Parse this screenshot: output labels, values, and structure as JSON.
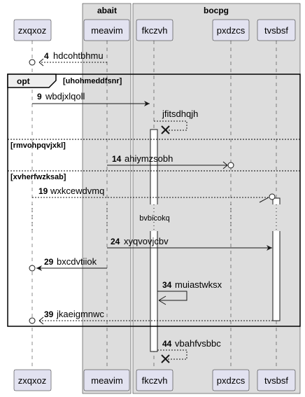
{
  "boxes": [
    {
      "id": "abait",
      "label": "abait"
    },
    {
      "id": "bocpg",
      "label": "bocpg"
    }
  ],
  "participants": [
    {
      "id": "zxqxoz",
      "label": "zxqxoz"
    },
    {
      "id": "meavim",
      "label": "meavim"
    },
    {
      "id": "fkczvh",
      "label": "fkczvh"
    },
    {
      "id": "pxdzcs",
      "label": "pxdzcs"
    },
    {
      "id": "tvsbsf",
      "label": "tvsbsf"
    }
  ],
  "fragment": {
    "keyword": "opt",
    "guard": "[uhohmeddfsnr]",
    "else_guards": [
      "[rmvohpqvjxkl]",
      "[xvherfwzksab]"
    ]
  },
  "messages": [
    {
      "num": "4",
      "text": "hdcohtbhmu",
      "from": "meavim",
      "to": "zxqxoz",
      "style": "dashed",
      "head": "open-circle"
    },
    {
      "num": "9",
      "text": "wbdjxlqoll",
      "from": "zxqxoz",
      "to": "fkczvh",
      "style": "solid",
      "head": "filled"
    },
    {
      "num": "",
      "text": "jfitsdhqjh",
      "from": "fkczvh",
      "to": "fkczvh",
      "style": "dashed",
      "head": "destroy"
    },
    {
      "num": "14",
      "text": "ahiymzsobh",
      "from": "meavim",
      "to": "pxdzcs",
      "style": "solid",
      "head": "circle"
    },
    {
      "num": "19",
      "text": "wxkcewdvmq",
      "from": "zxqxoz",
      "to": "tvsbsf",
      "style": "dashed",
      "head": "circle"
    },
    {
      "num": "24",
      "text": "xyqvovjcbv",
      "from": "meavim",
      "to": "tvsbsf",
      "style": "solid",
      "head": "filled"
    },
    {
      "num": "29",
      "text": "bxcdvtiiok",
      "from": "meavim",
      "to": "zxqxoz",
      "style": "solid",
      "head": "circle-filled"
    },
    {
      "num": "34",
      "text": "muiastwksx",
      "from": "fkczvh",
      "to": "fkczvh",
      "style": "solid",
      "head": "open"
    },
    {
      "num": "39",
      "text": "jkaeigmnwc",
      "from": "tvsbsf",
      "to": "zxqxoz",
      "style": "dashed",
      "head": "open-circle"
    },
    {
      "num": "44",
      "text": "vbahfvsbbc",
      "from": "fkczvh",
      "to": "fkczvh",
      "style": "dashed",
      "head": "destroy"
    }
  ],
  "divider": {
    "text": "bvbicokq"
  }
}
